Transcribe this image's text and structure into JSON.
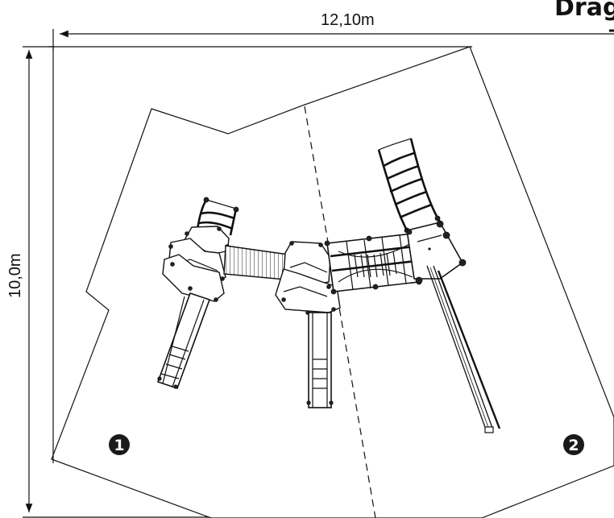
{
  "title": "Drag",
  "dimensions": {
    "width_label": "12,10m",
    "height_label": "10,0m"
  },
  "zone_markers": [
    {
      "id": "zone-1",
      "label": "1"
    },
    {
      "id": "zone-2",
      "label": "2"
    }
  ],
  "colors": {
    "line": "#111111",
    "background": "#ffffff",
    "marker_fill": "#1a1a1a"
  },
  "icons": [
    "dimension-arrow-icon",
    "numbered-circle-icon"
  ]
}
